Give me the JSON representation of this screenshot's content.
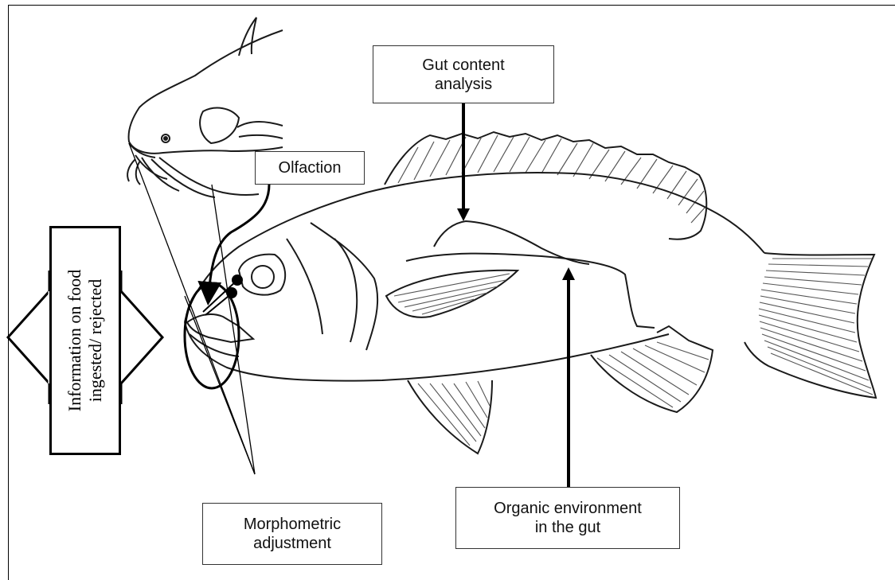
{
  "labels": {
    "gut_content": [
      "Gut content",
      "analysis"
    ],
    "olfaction": "Olfaction",
    "organic_environment": [
      "Organic environment",
      "in the gut"
    ],
    "morphometric": [
      "Morphometric",
      "adjustment"
    ],
    "information": [
      "Information on food",
      "ingested/ rejected"
    ]
  },
  "colors": {
    "line": "#000000",
    "fish_outline": "#1a1a1a",
    "fin_rays": "#555555",
    "background": "#ffffff"
  }
}
